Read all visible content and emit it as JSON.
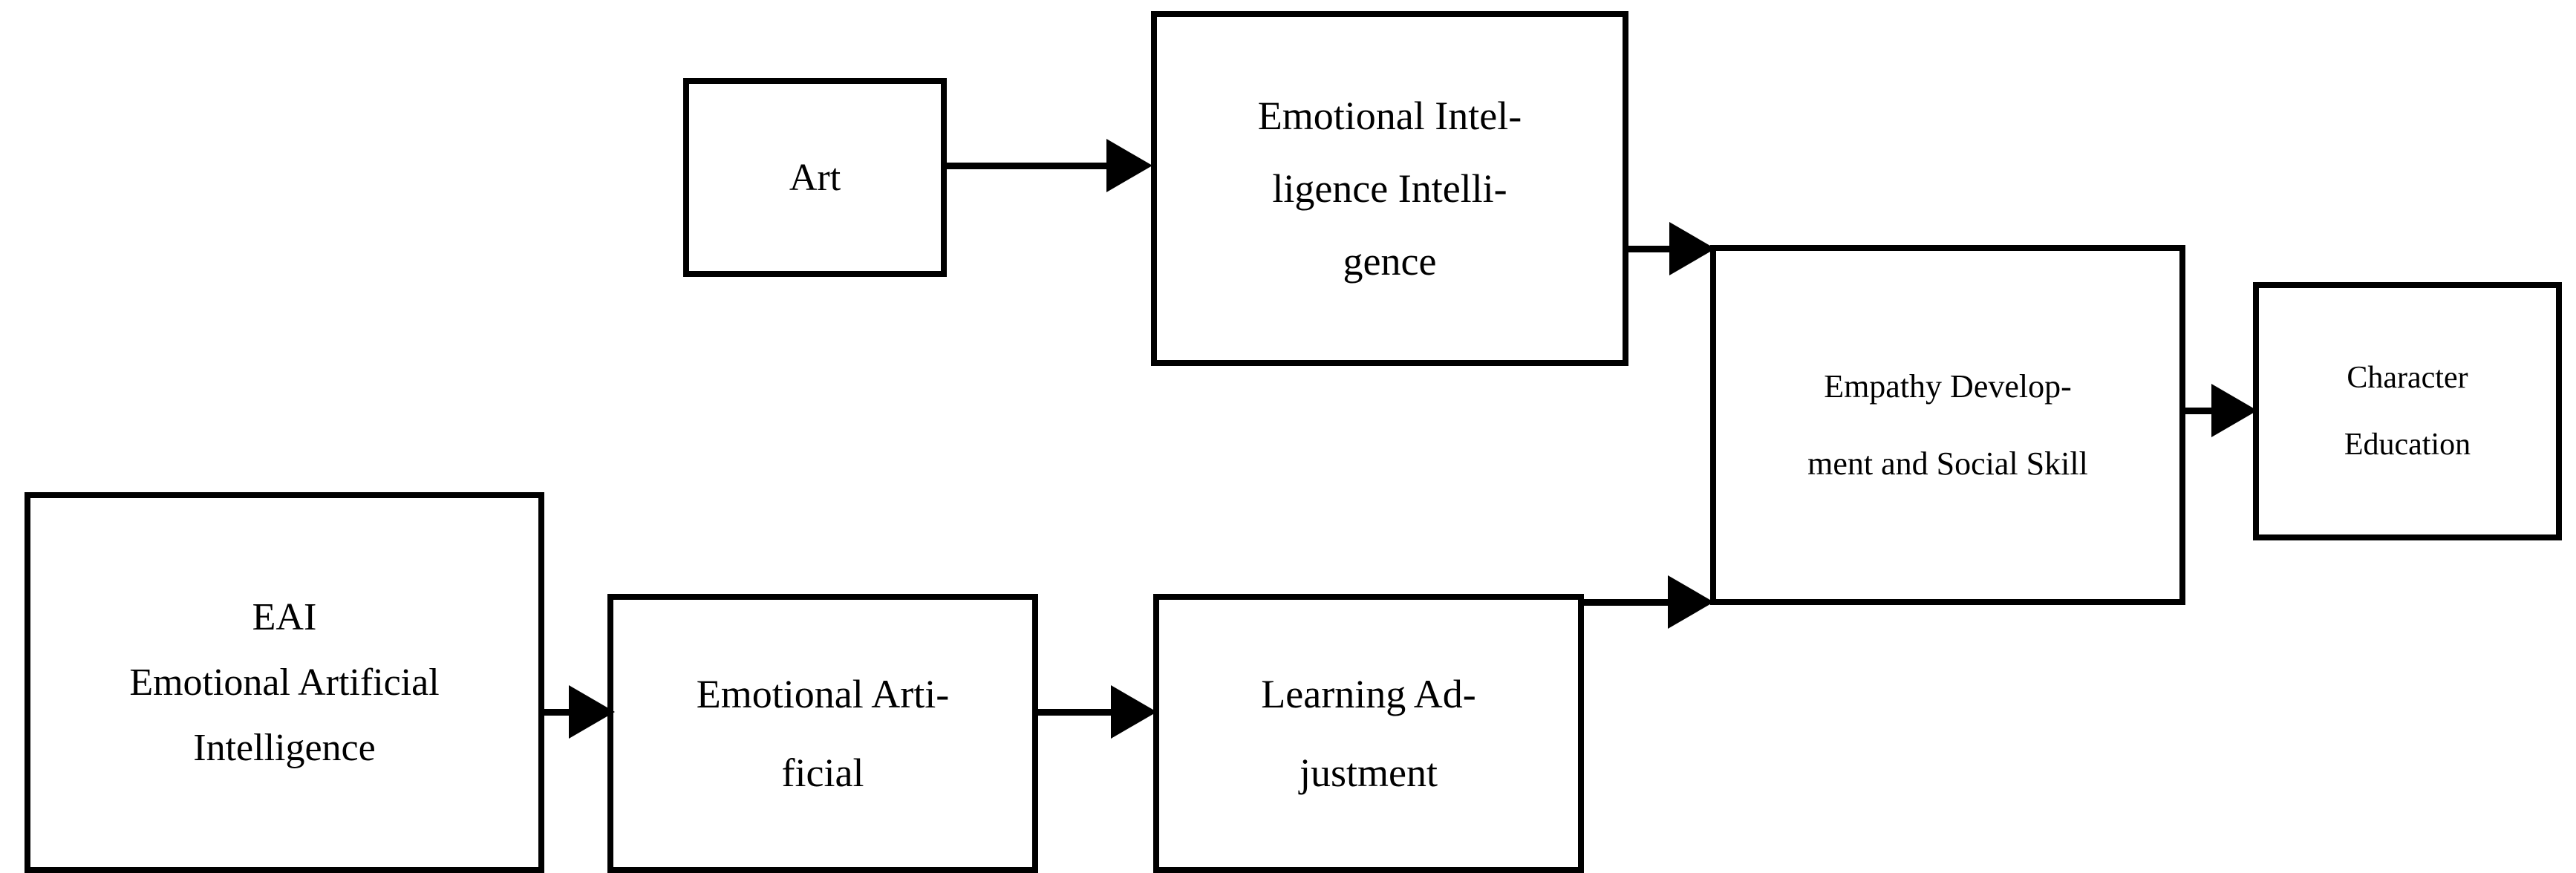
{
  "diagram": {
    "type": "flowchart",
    "title": "",
    "background_color": "#ffffff",
    "stroke_color": "#000000",
    "nodes": [
      {
        "id": "eai",
        "name": "eai-node",
        "lines": [
          "EAI",
          "Emotional Artificial",
          "Intelligence"
        ]
      },
      {
        "id": "emotional-artificial",
        "name": "emotional-artificial-node",
        "lines": [
          "Emotional Arti-",
          "ficial"
        ]
      },
      {
        "id": "learning-adjustment",
        "name": "learning-adjustment-node",
        "lines": [
          "Learning Ad-",
          "justment"
        ]
      },
      {
        "id": "art",
        "name": "art-node",
        "lines": [
          "Art"
        ]
      },
      {
        "id": "emotional-intelligence",
        "name": "emotional-intelligence-node",
        "lines": [
          "Emotional Intel-",
          "ligence Intelli-",
          "gence"
        ]
      },
      {
        "id": "empathy",
        "name": "empathy-node",
        "lines": [
          "Empathy Develop-",
          "ment and Social Skill"
        ]
      },
      {
        "id": "character-education",
        "name": "character-education-node",
        "lines": [
          "Character",
          "Education"
        ]
      }
    ],
    "edges": [
      {
        "id": "eai-ea",
        "from": "eai",
        "to": "emotional-artificial",
        "label": ""
      },
      {
        "id": "ea-la",
        "from": "emotional-artificial",
        "to": "learning-adjustment",
        "label": ""
      },
      {
        "id": "la-emp",
        "from": "learning-adjustment",
        "to": "empathy",
        "label": ""
      },
      {
        "id": "art-ei",
        "from": "art",
        "to": "emotional-intelligence",
        "label": ""
      },
      {
        "id": "ei-emp",
        "from": "emotional-intelligence",
        "to": "empathy",
        "label": ""
      },
      {
        "id": "emp-ce",
        "from": "empathy",
        "to": "character-education",
        "label": ""
      }
    ]
  }
}
